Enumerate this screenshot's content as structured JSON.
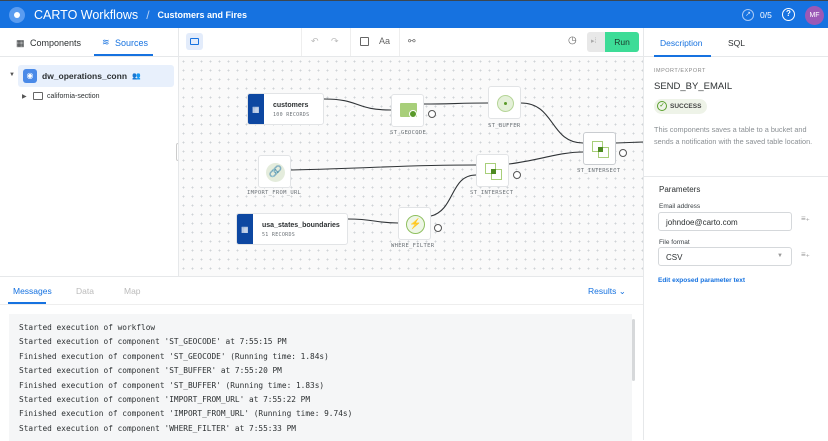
{
  "header": {
    "app_title": "CARTO Workflows",
    "separator": "/",
    "workflow_name": "Customers and Fires",
    "progress": "0/5",
    "avatar_initials": "MF",
    "color": "#1672e0"
  },
  "left_panel": {
    "tabs": [
      {
        "label": "Components"
      },
      {
        "label": "Sources",
        "active": true
      }
    ],
    "connection": {
      "name": "dw_operations_conn",
      "children": [
        {
          "label": "california-section"
        }
      ]
    }
  },
  "toolbar": {
    "run_label": "Run"
  },
  "canvas": {
    "nodes": [
      {
        "title": "customers",
        "subtitle": "100 RECORDS"
      },
      {
        "title": "usa_states_boundaries",
        "subtitle": "51 RECORDS"
      },
      {
        "label": "ST_GEOCODE",
        "icon": "geocode-icon"
      },
      {
        "label": "ST_BUFFER",
        "icon": "buffer-icon"
      },
      {
        "label": "IMPORT_FROM_URL",
        "icon": "link-icon"
      },
      {
        "label": "ST_INTERSECT",
        "icon": "intersect-icon"
      },
      {
        "label": "WHERE_FILTER",
        "icon": "lightning-icon"
      },
      {
        "label": "ST_INTERSECT",
        "icon": "intersect-icon"
      }
    ]
  },
  "bottom_panel": {
    "tabs": [
      {
        "label": "Messages",
        "active": true
      },
      {
        "label": "Data"
      },
      {
        "label": "Map"
      }
    ],
    "results_label": "Results",
    "messages": [
      "Started execution of workflow",
      "Started execution of component 'ST_GEOCODE' at 7:55:15 PM",
      "Finished execution of component 'ST_GEOCODE' (Running time: 1.84s)",
      "Started execution of component 'ST_BUFFER' at 7:55:20 PM",
      "Finished execution of component 'ST_BUFFER' (Running time: 1.83s)",
      "Started execution of component 'IMPORT_FROM_URL' at 7:55:22 PM",
      "Finished execution of component 'IMPORT_FROM_URL' (Running time: 9.74s)",
      "Started execution of component 'WHERE_FILTER' at 7:55:33 PM"
    ]
  },
  "right_panel": {
    "tabs": [
      {
        "label": "Description",
        "active": true
      },
      {
        "label": "SQL"
      }
    ],
    "category": "IMPORT/EXPORT",
    "component_name": "SEND_BY_EMAIL",
    "status": "SUCCESS",
    "description": "This components saves a table to a bucket and sends a notification with the saved table location.",
    "parameters_title": "Parameters",
    "email_label": "Email address",
    "email_value": "johndoe@carto.com",
    "format_label": "File format",
    "format_value": "CSV",
    "edit_link": "Edit exposed parameter text"
  }
}
